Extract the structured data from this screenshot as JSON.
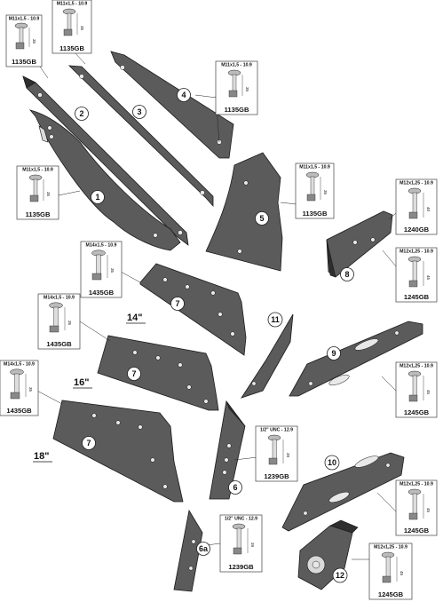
{
  "parts": [
    {
      "id": "p1",
      "number": "1"
    },
    {
      "id": "p2",
      "number": "2"
    },
    {
      "id": "p3",
      "number": "3"
    },
    {
      "id": "p4",
      "number": "4"
    },
    {
      "id": "p5",
      "number": "5"
    },
    {
      "id": "p6",
      "number": "6"
    },
    {
      "id": "p6a",
      "number": "6a"
    },
    {
      "id": "p7a",
      "number": "7"
    },
    {
      "id": "p7b",
      "number": "7"
    },
    {
      "id": "p7c",
      "number": "7"
    },
    {
      "id": "p8",
      "number": "8"
    },
    {
      "id": "p9",
      "number": "9"
    },
    {
      "id": "p10",
      "number": "10"
    },
    {
      "id": "p11",
      "number": "11"
    },
    {
      "id": "p12",
      "number": "12"
    }
  ],
  "size_labels": [
    "14\"",
    "16\"",
    "18\""
  ],
  "bolts": [
    {
      "id": "b1",
      "spec": "M11x1,5 - 10.9",
      "length": "35",
      "code": "1135GB"
    },
    {
      "id": "b2",
      "spec": "M11x1,5 - 10.9",
      "length": "35",
      "code": "1135GB"
    },
    {
      "id": "b3",
      "spec": "M11x1,5 - 10.9",
      "length": "35",
      "code": "1135GB"
    },
    {
      "id": "b4",
      "spec": "M11x1,5 - 10.9",
      "length": "35",
      "code": "1135GB"
    },
    {
      "id": "b5",
      "spec": "M11x1,5 - 10.9",
      "length": "35",
      "code": "1135GB"
    },
    {
      "id": "b6",
      "spec": "M14x1,5 - 10.9",
      "length": "35",
      "code": "1435GB"
    },
    {
      "id": "b7",
      "spec": "M14x1,5 - 10.9",
      "length": "35",
      "code": "1435GB"
    },
    {
      "id": "b8",
      "spec": "M14x1,5 - 10.9",
      "length": "35",
      "code": "1435GB"
    },
    {
      "id": "b9",
      "spec": "M12x1,25 - 10.9",
      "length": "40",
      "code": "1240GB"
    },
    {
      "id": "b10",
      "spec": "M12x1,25 - 10.9",
      "length": "45",
      "code": "1245GB"
    },
    {
      "id": "b11",
      "spec": "M12x1,25 - 10.9",
      "length": "45",
      "code": "1245GB"
    },
    {
      "id": "b12",
      "spec": "1/2\" UNC - 12.9",
      "length": "39",
      "code": "1239GB"
    },
    {
      "id": "b13",
      "spec": "M12x1,25 - 10.9",
      "length": "45",
      "code": "1245GB"
    },
    {
      "id": "b14",
      "spec": "1/2\" UNC - 12.9",
      "length": "39",
      "code": "1239GB"
    },
    {
      "id": "b15",
      "spec": "M12x1,25 - 10.9",
      "length": "45",
      "code": "1245GB"
    }
  ]
}
